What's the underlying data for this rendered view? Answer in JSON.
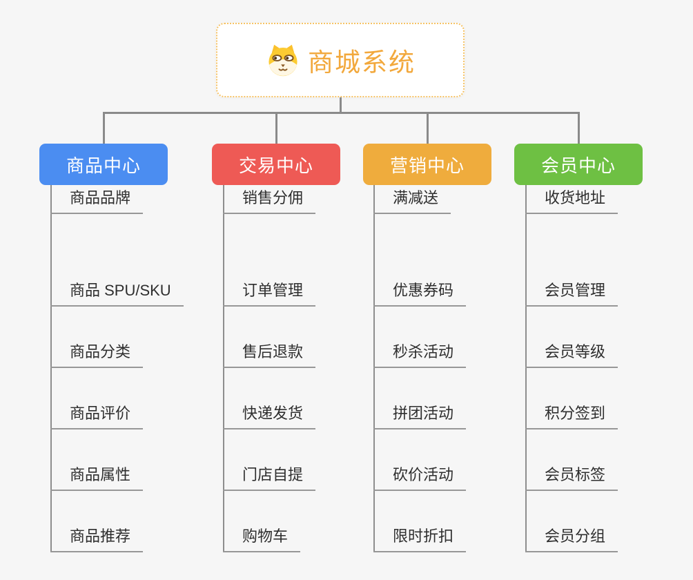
{
  "root": {
    "title": "商城系统",
    "icon": "dog-face-icon",
    "title_color": "#F2A83C",
    "border_color": "#F6C263",
    "background": "#FFFFFF"
  },
  "canvas": {
    "background": "#F6F6F6",
    "connector_color": "#8A8A8A",
    "underline_color": "#979797",
    "topic_text_color": "#2E2E2E"
  },
  "branches": [
    {
      "label": "商品中心",
      "color": "#4B8DF1",
      "items": [
        "商品 SPU/SKU",
        "商品分类",
        "商品评价",
        "商品属性",
        "商品推荐",
        "商品品牌"
      ]
    },
    {
      "label": "交易中心",
      "color": "#EE5A55",
      "items": [
        "订单管理",
        "售后退款",
        "快递发货",
        "门店自提",
        "购物车",
        "销售分佣"
      ]
    },
    {
      "label": "营销中心",
      "color": "#EFAC3D",
      "items": [
        "优惠券码",
        "秒杀活动",
        "拼团活动",
        "砍价活动",
        "限时折扣",
        "满减送"
      ]
    },
    {
      "label": "会员中心",
      "color": "#6EC043",
      "items": [
        "会员管理",
        "会员等级",
        "积分签到",
        "会员标签",
        "会员分组",
        "收货地址"
      ]
    }
  ]
}
